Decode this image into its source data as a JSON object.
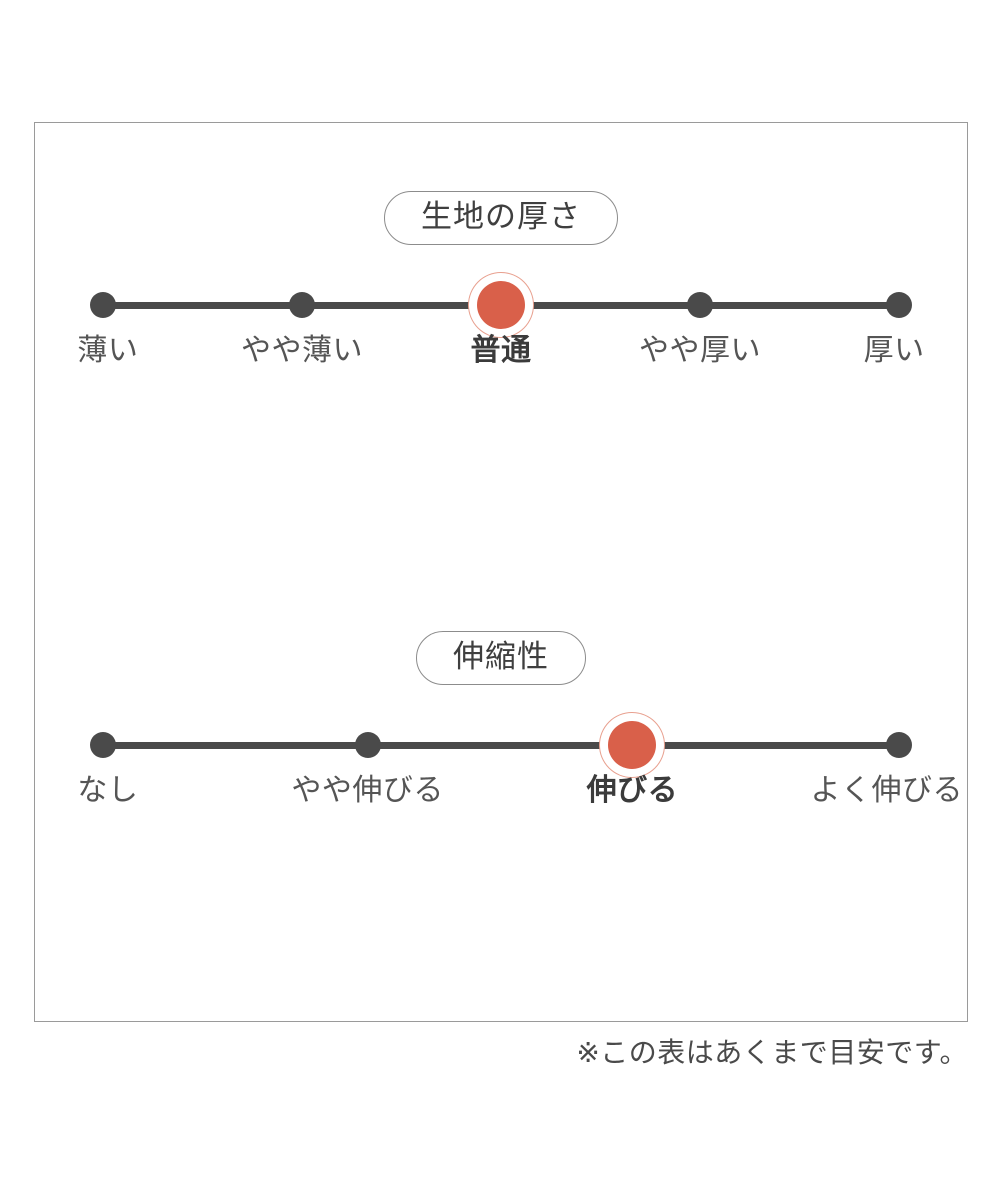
{
  "panel": {
    "border_color": "#9a9a9a",
    "background": "#ffffff"
  },
  "colors": {
    "accent": "#d9604a",
    "accent_ring": "#e8a08f",
    "dot": "#4a4a4a",
    "track": "#4a4a4a",
    "text": "#4a4a4a",
    "badge_border": "#8c8c8c"
  },
  "chart_data": {
    "type": "table",
    "title": "",
    "scales": [
      {
        "id": "fabric-thickness",
        "badge_label": "生地の厚さ",
        "categories": [
          "薄い",
          "やや薄い",
          "普通",
          "やや厚い",
          "厚い"
        ],
        "values": [
          1,
          2,
          3,
          4,
          5
        ],
        "selected_index": 2,
        "selected_label": "普通"
      },
      {
        "id": "stretchiness",
        "badge_label": "伸縮性",
        "categories": [
          "なし",
          "やや伸びる",
          "伸びる",
          "よく伸びる"
        ],
        "values": [
          1,
          2,
          3,
          4
        ],
        "selected_index": 2,
        "selected_label": "伸びる"
      }
    ]
  },
  "sections": [
    {
      "badge_label": "生地の厚さ",
      "stops": [
        {
          "label": "薄い",
          "position_pct": 0,
          "selected": false
        },
        {
          "label": "やや薄い",
          "position_pct": 25,
          "selected": false
        },
        {
          "label": "普通",
          "position_pct": 50,
          "selected": true
        },
        {
          "label": "やや厚い",
          "position_pct": 75,
          "selected": false
        },
        {
          "label": "厚い",
          "position_pct": 100,
          "selected": false
        }
      ]
    },
    {
      "badge_label": "伸縮性",
      "stops": [
        {
          "label": "なし",
          "position_pct": 0,
          "selected": false
        },
        {
          "label": "やや伸びる",
          "position_pct": 33.25,
          "selected": false
        },
        {
          "label": "伸びる",
          "position_pct": 66.5,
          "selected": true
        },
        {
          "label": "よく伸びる",
          "position_pct": 100,
          "selected": false
        }
      ]
    }
  ],
  "footnote": "※この表はあくまで目安です。"
}
